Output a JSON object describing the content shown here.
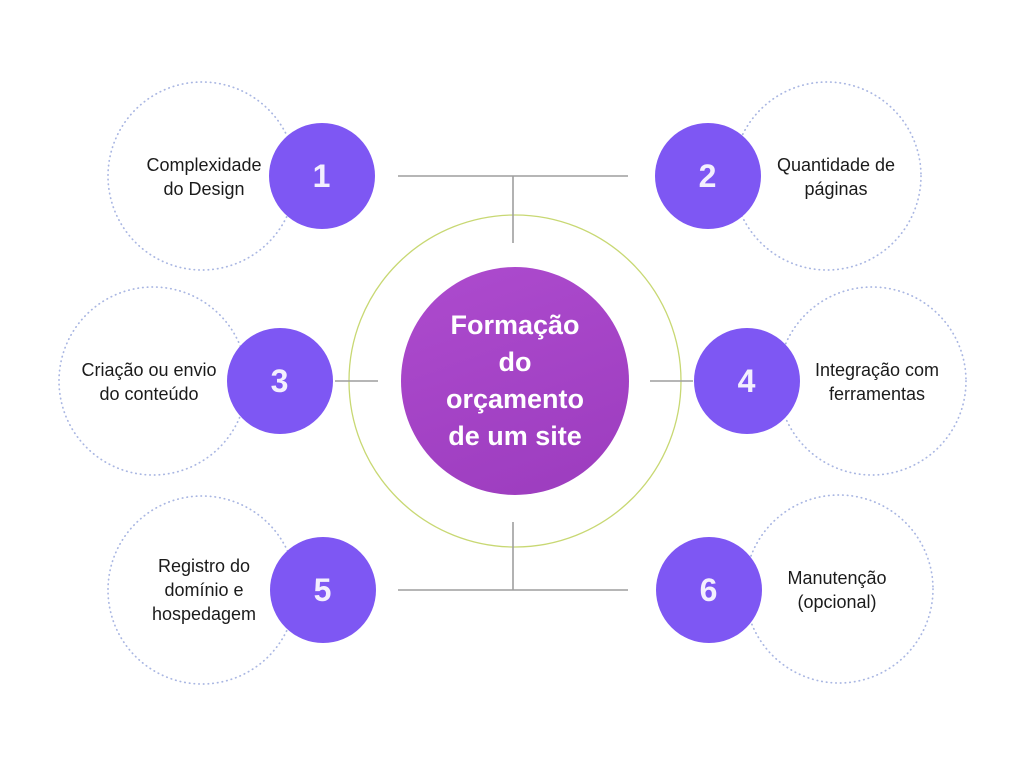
{
  "diagram": {
    "type": "radial-mindmap",
    "language": "pt-BR",
    "center": {
      "title": "Formação do orçamento de um site",
      "title_lines": [
        "Formação",
        "do",
        "orçamento",
        "de um site"
      ]
    },
    "nodes": [
      {
        "number": "1",
        "label": "Complexidade do Design",
        "label_lines": [
          "Complexidade",
          "do Design"
        ]
      },
      {
        "number": "2",
        "label": "Quantidade de páginas",
        "label_lines": [
          "Quantidade de",
          "páginas"
        ]
      },
      {
        "number": "3",
        "label": "Criação ou envio do conteúdo",
        "label_lines": [
          "Criação ou envio",
          "do conteúdo"
        ]
      },
      {
        "number": "4",
        "label": "Integração com ferramentas",
        "label_lines": [
          "Integração com",
          "ferramentas"
        ]
      },
      {
        "number": "5",
        "label": "Registro do domínio e hospedagem",
        "label_lines": [
          "Registro do",
          "domínio e",
          "hospedagem"
        ]
      },
      {
        "number": "6",
        "label": "Manutenção (opcional)",
        "label_lines": [
          "Manutenção",
          "(opcional)"
        ]
      }
    ]
  },
  "colors": {
    "canvas-bg": "#ffffff",
    "accent-purple": "#7e57f3",
    "number-color": "#f3effe",
    "center-light": "#ad4bce",
    "center-dark": "#9c3cbe",
    "ring-green": "#c8d873",
    "dotted-blue": "#a9b6e2",
    "connector-gray": "#9e9e9e",
    "label-color": "#1b1b1b"
  }
}
